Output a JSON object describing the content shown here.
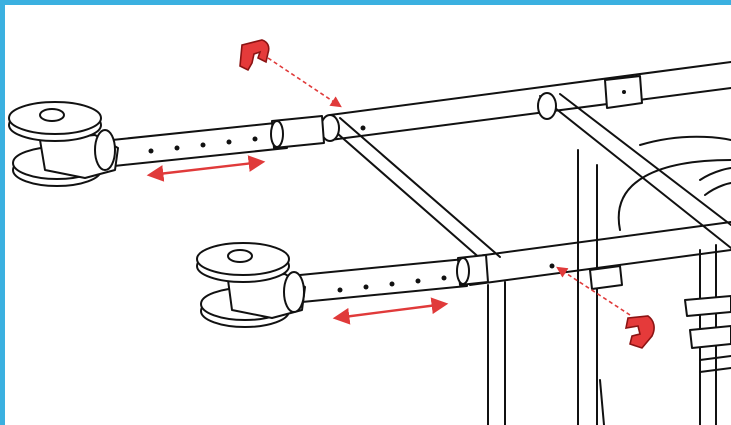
{
  "diagram": {
    "frame_color": "#3bb0e0",
    "accent_color": "#e03a3a",
    "line_color": "#111111",
    "parts": [
      {
        "name": "caster-wheel",
        "count": 2
      },
      {
        "name": "adjustable-leg-tube",
        "count": 2
      },
      {
        "name": "red-pin-clip",
        "count": 2
      }
    ],
    "icons": [
      "double-arrow-icon",
      "dashed-arrow-icon"
    ]
  }
}
